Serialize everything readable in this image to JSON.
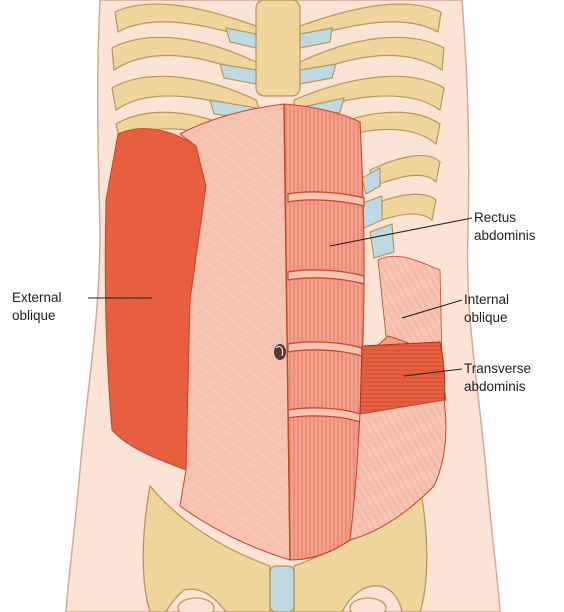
{
  "labels": {
    "external_oblique": [
      "External",
      "oblique"
    ],
    "rectus_abdominis": [
      "Rectus",
      "abdominis"
    ],
    "internal_oblique": [
      "Internal",
      "oblique"
    ],
    "transverse_abdominis": [
      "Transverse",
      "abdominis"
    ]
  },
  "colors": {
    "skin": "#fbe3d6",
    "skin_outline": "#d6a896",
    "bone": "#efd59c",
    "bone_outline": "#b8975a",
    "cartilage": "#bfd9e3",
    "muscle_fill": "#f4a08a",
    "muscle_dark": "#e8603f",
    "aponeurosis": "#f7c3b3",
    "fiber": "#c8452c",
    "text": "#231f20"
  },
  "icons": [
    "navel"
  ]
}
